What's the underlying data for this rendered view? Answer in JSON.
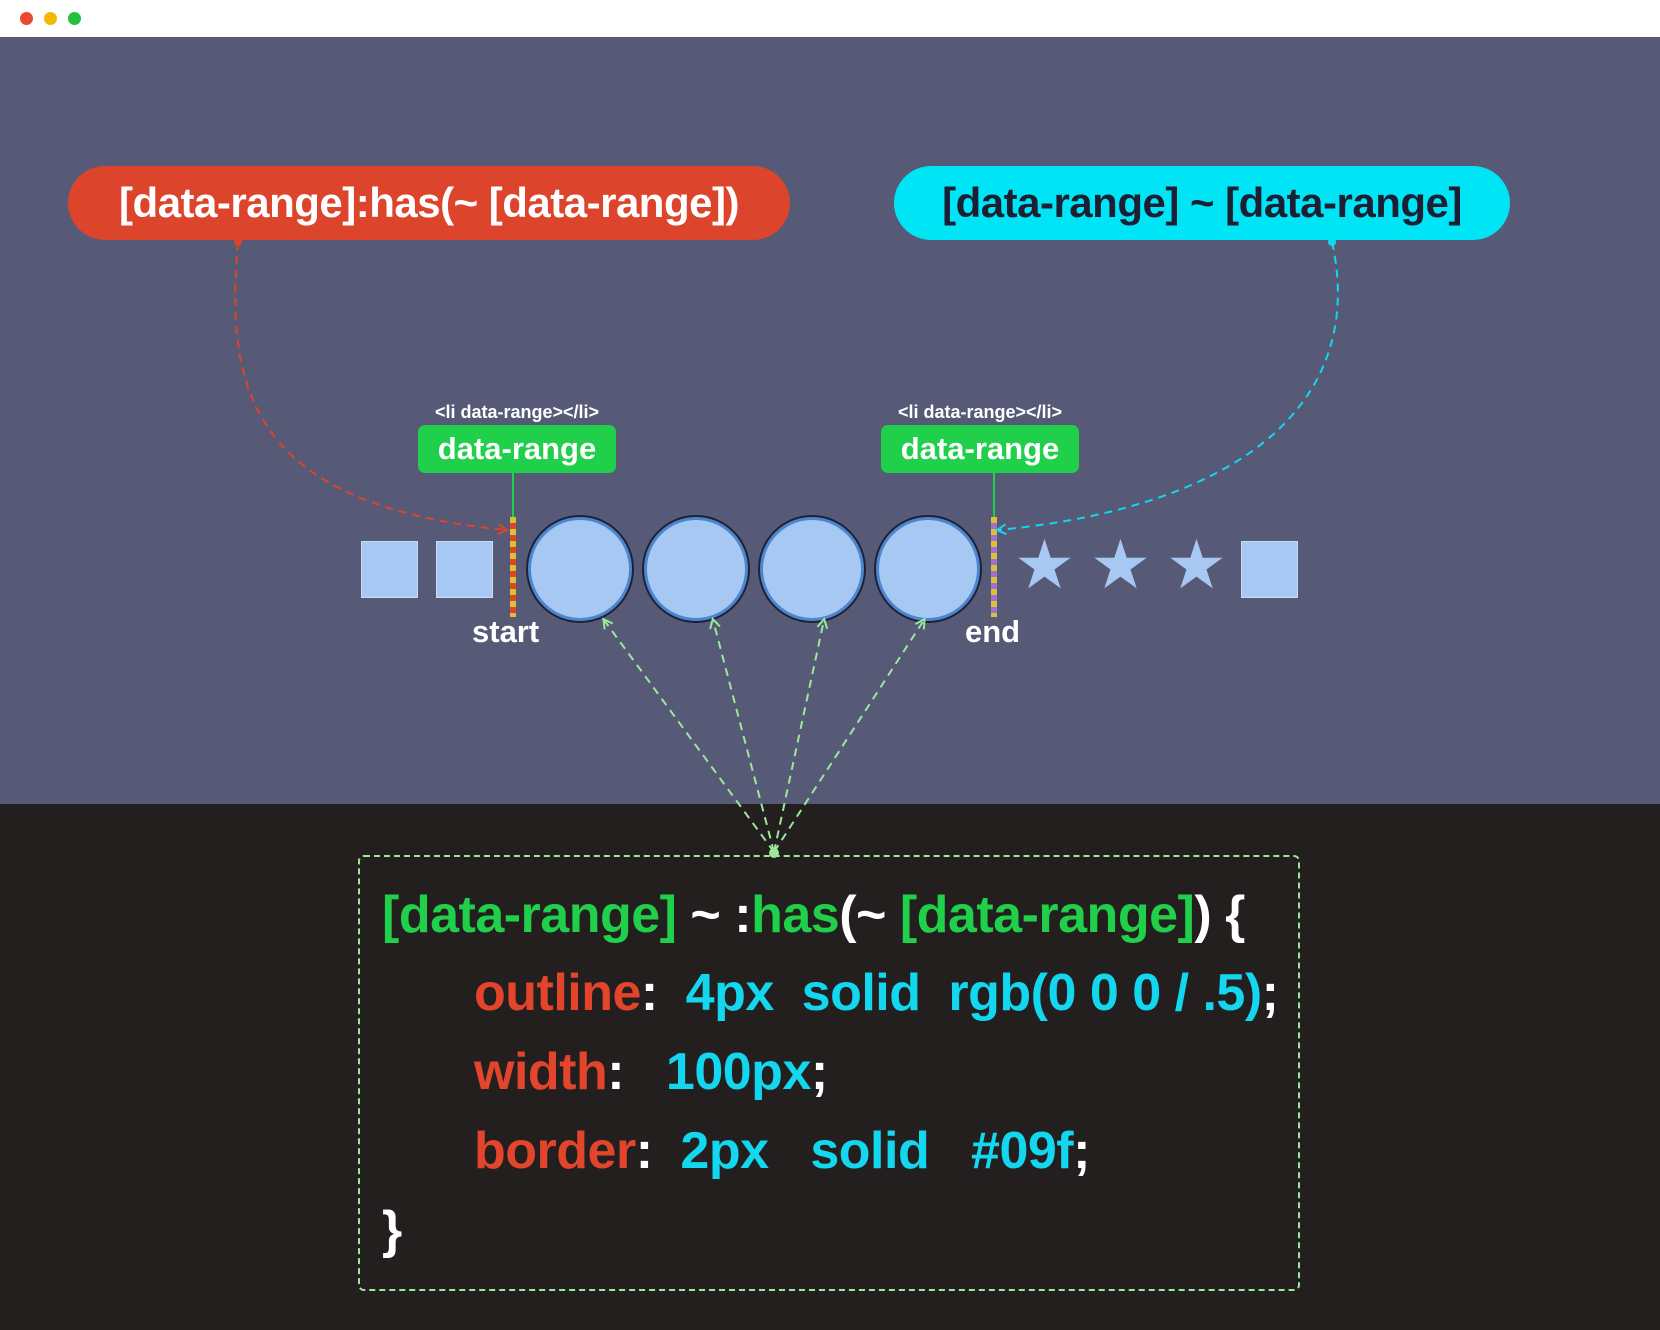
{
  "window": {
    "controls": [
      "close",
      "minimize",
      "maximize"
    ]
  },
  "selectors": {
    "has_selector": "[data-range]:has(~ [data-range])",
    "sibling_selector": "[data-range] ~ [data-range]"
  },
  "markers": [
    {
      "html": "<li data-range></li>",
      "tag": "data-range",
      "label": "start"
    },
    {
      "html": "<li data-range></li>",
      "tag": "data-range",
      "label": "end"
    }
  ],
  "items": [
    {
      "shape": "square-icon"
    },
    {
      "shape": "square-icon"
    },
    {
      "shape": "circle-icon"
    },
    {
      "shape": "circle-icon"
    },
    {
      "shape": "circle-icon"
    },
    {
      "shape": "circle-icon"
    },
    {
      "shape": "star-icon",
      "glyph": "★"
    },
    {
      "shape": "star-icon",
      "glyph": "★"
    },
    {
      "shape": "star-icon",
      "glyph": "★"
    },
    {
      "shape": "square-icon"
    }
  ],
  "code": {
    "selector_a": "[data-range]",
    "combinator": " ~ ",
    "pseudo_colon": ":",
    "pseudo": "has",
    "paren_open": "(",
    "inner_combinator": "~ ",
    "selector_b": "[data-range]",
    "paren_close": ")",
    "brace_open": " {",
    "brace_close": "}",
    "colon": ":",
    "semicolon": ";",
    "declarations": [
      {
        "property": "outline",
        "gap": "  ",
        "value": "4px  solid  rgb(0 0 0 / .5)"
      },
      {
        "property": "width",
        "gap": "   ",
        "value": "100px"
      },
      {
        "property": "border",
        "gap": "  ",
        "value": "2px   solid   #09f"
      }
    ]
  },
  "colors": {
    "top_background": "#575a77",
    "bottom_background": "#231f1f",
    "has_pill": "#dc442c",
    "sibling_pill": "#00e5f5",
    "tag": "#20cf4a",
    "item_fill": "#a8c8f4",
    "code_property": "#e2452b",
    "code_value": "#13d6ef",
    "code_selector": "#20cf4a"
  }
}
